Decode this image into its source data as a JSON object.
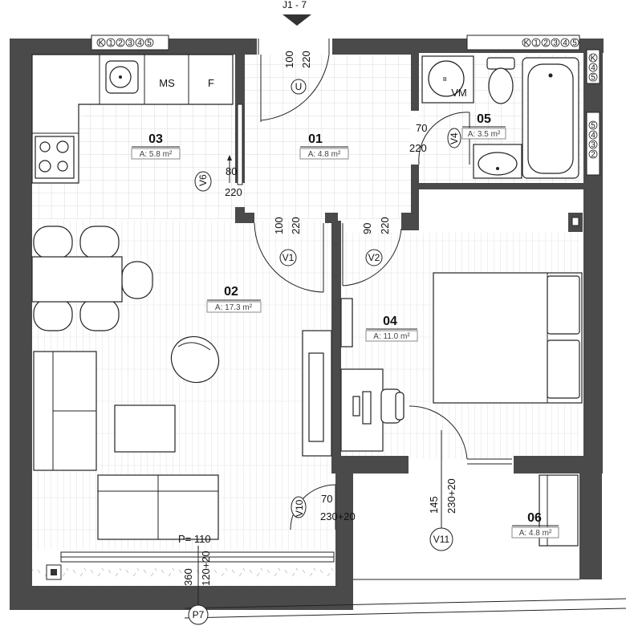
{
  "entrance": {
    "label": "J1 - 7"
  },
  "rooms": [
    {
      "id": "01",
      "area": "A: 4.8 m²"
    },
    {
      "id": "02",
      "area": "A: 17.3 m²"
    },
    {
      "id": "03",
      "area": "A: 5.8 m²"
    },
    {
      "id": "04",
      "area": "A: 11.0 m²"
    },
    {
      "id": "05",
      "area": "A: 3.5 m²"
    },
    {
      "id": "06",
      "area": "A: 4.8 m²"
    }
  ],
  "fixtures": {
    "freezer": "MS",
    "fridge": "F",
    "washing_machine": "VM"
  },
  "door_tags": {
    "entrance": "U",
    "v1": "V1",
    "v2": "V2",
    "v4": "V4",
    "v6": "V6",
    "v10": "V10",
    "v11": "V11",
    "p7": "P7"
  },
  "dimensions": {
    "entrance_width": "100",
    "entrance_height": "220",
    "bath_width": "70",
    "bath_height": "220",
    "kitchen_width": "80",
    "kitchen_height": "220",
    "v1_width": "100",
    "v1_height": "220",
    "v2_width": "90",
    "v2_height": "220",
    "v10_width": "70",
    "v10_height": "230+20",
    "v11_width": "145",
    "v11_height": "230+20",
    "balcony_p": "P= 110",
    "balcony_width": "360",
    "balcony_height": "120+20"
  },
  "window_specs": {
    "kitchen": [
      "K",
      "1",
      "2",
      "3",
      "4",
      "5"
    ],
    "bath": [
      "K",
      "1",
      "2",
      "3",
      "4",
      "5"
    ],
    "side_upper": [
      "K",
      "4",
      "5"
    ],
    "side_lower": [
      "5",
      "4",
      "3",
      "2"
    ]
  }
}
